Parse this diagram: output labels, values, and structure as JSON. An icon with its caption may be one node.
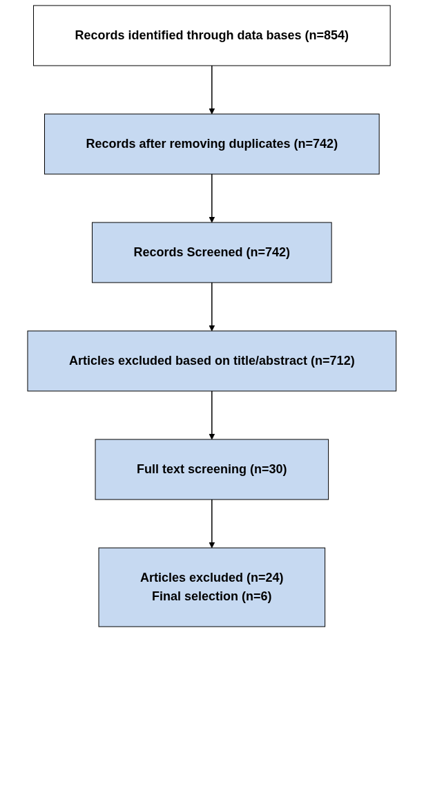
{
  "diagram": {
    "nodes": [
      {
        "text": [
          "Records identified through data bases (n=854)"
        ]
      },
      {
        "text": [
          "Records after removing duplicates (n=742)"
        ]
      },
      {
        "text": [
          "Records Screened (n=742)"
        ]
      },
      {
        "text": [
          "Articles excluded based on title/abstract (n=712)"
        ]
      },
      {
        "text": [
          "Full text screening (n=30)"
        ]
      },
      {
        "text": [
          "Articles excluded (n=24)",
          "Final selection (n=6)"
        ]
      }
    ],
    "edges": [
      {
        "from": 0,
        "to": 1,
        "arrow": "to"
      },
      {
        "from": 1,
        "to": 2,
        "arrow": "to"
      },
      {
        "from": 2,
        "to": 3,
        "arrow": "to"
      },
      {
        "from": 3,
        "to": 4,
        "arrow": "to"
      },
      {
        "from": 4,
        "to": 5,
        "arrow": "to"
      }
    ]
  }
}
